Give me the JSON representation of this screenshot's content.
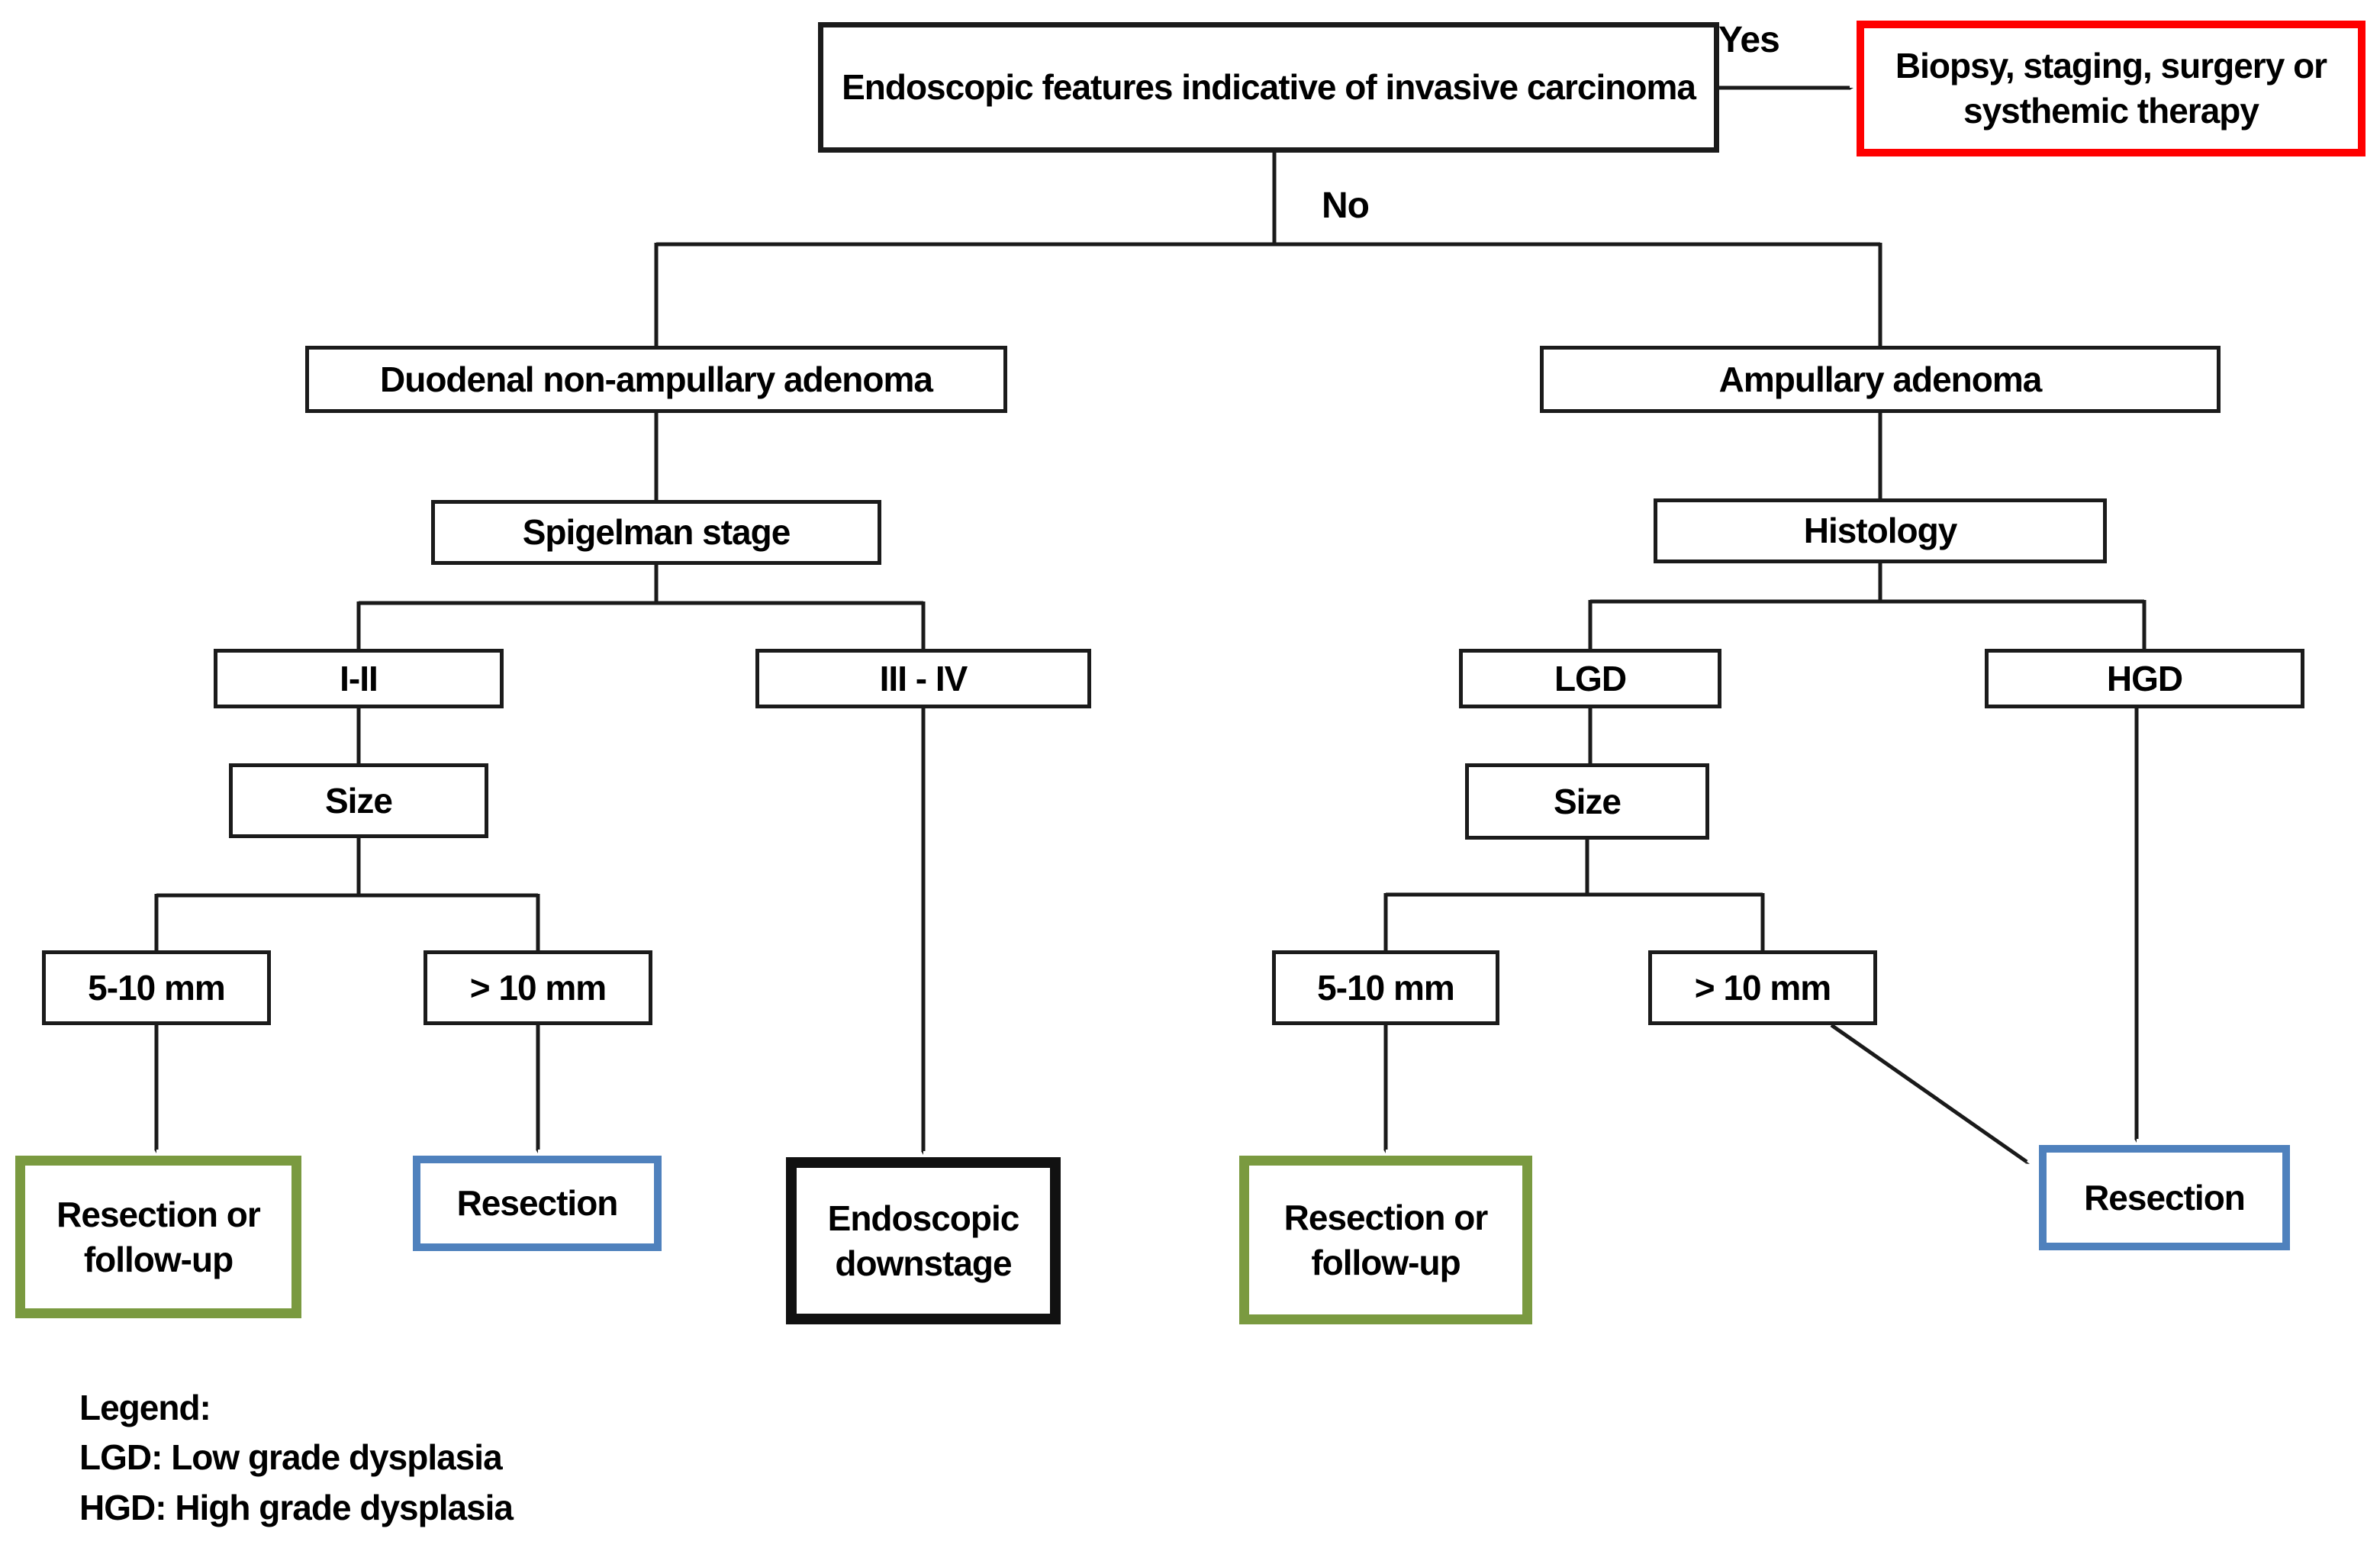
{
  "figure": {
    "type": "flowchart",
    "background": "#ffffff"
  },
  "nodes": {
    "root": "Endoscopic features indicative of invasive carcinoma",
    "yes_label": "Yes",
    "no_label": "No",
    "biopsy": "Biopsy, staging, surgery or systhemic therapy",
    "duodenal": "Duodenal non-ampullary adenoma",
    "ampullary": "Ampullary adenoma",
    "spigelman": "Spigelman stage",
    "histology": "Histology",
    "stage_I_II": "I-II",
    "stage_III_IV": "III - IV",
    "lgd": "LGD",
    "hgd": "HGD",
    "size_left": "Size",
    "size_right": "Size",
    "small_left": "5-10 mm",
    "large_left": "> 10 mm",
    "small_right": "5-10 mm",
    "large_right": "> 10 mm",
    "outcome_followup_left": "Resection or follow-up",
    "outcome_resection_left": "Resection",
    "outcome_downstage": "Endoscopic downstage",
    "outcome_followup_right": "Resection or follow-up",
    "outcome_resection_right": "Resection"
  },
  "legend": {
    "title": "Legend:",
    "lgd": "LGD: Low grade dysplasia",
    "hgd": "HGD: High grade dysplasia"
  },
  "colors": {
    "line": "#1a1a1a",
    "alert_red": "#ff0000",
    "outcome_green": "#7a9a40",
    "outcome_blue": "#4f81bd"
  }
}
